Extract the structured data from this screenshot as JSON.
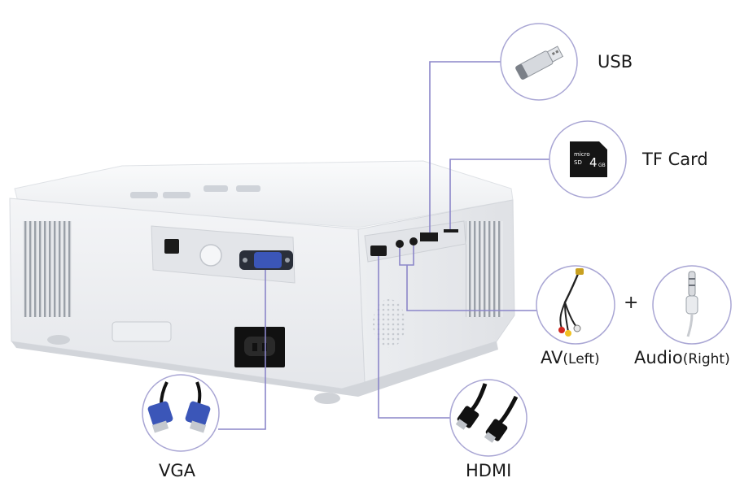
{
  "ports": {
    "usb": {
      "label": "USB",
      "icon": "usb-flash-drive-icon"
    },
    "tf_card": {
      "label": "TF Card",
      "icon": "microsd-card-icon",
      "card_text": "4",
      "card_unit": "GB"
    },
    "av": {
      "label": "AV",
      "sub": "(Left)",
      "icon": "av-rca-cable-icon"
    },
    "audio": {
      "label": "Audio",
      "sub": "(Right)",
      "icon": "audio-jack-cable-icon"
    },
    "plus": "+",
    "hdmi": {
      "label": "HDMI",
      "icon": "hdmi-cable-icon"
    },
    "vga": {
      "label": "VGA",
      "icon": "vga-cable-icon"
    }
  },
  "colors": {
    "connector_line": "#8b86c9",
    "circle_border": "#a9a6d4",
    "projector_body": "#f1f2f4",
    "projector_shadow": "#d9dbe0",
    "vga_blue": "#3b56b8"
  }
}
